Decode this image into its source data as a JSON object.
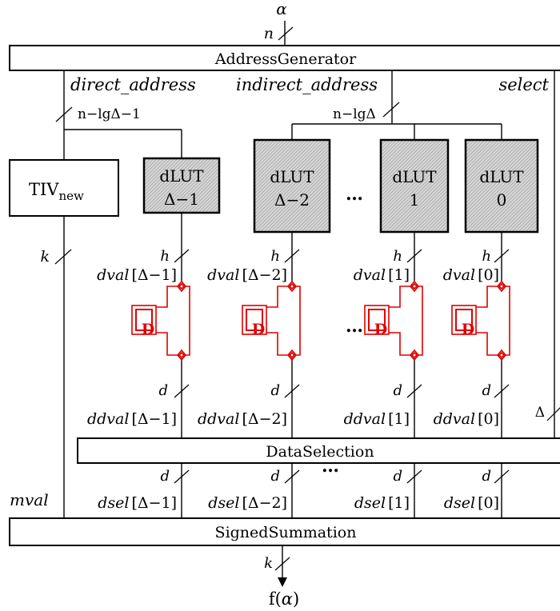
{
  "input": {
    "alpha": "α",
    "n": "n"
  },
  "address_generator": {
    "label": "AddressGenerator"
  },
  "buses": {
    "direct_address": "direct_address",
    "indirect_address": "indirect_address",
    "select": "select",
    "width_direct": "n−lgΔ−1",
    "width_indirect": "n−lgΔ"
  },
  "tiv": {
    "label": "TIV",
    "subscript": "new",
    "width": "k"
  },
  "luts": [
    {
      "line1": "dLUT",
      "line2": "Δ−1",
      "h": "h",
      "dval_name": "dval",
      "dval_idx": "[Δ−1]",
      "d": "d",
      "ddval_name": "ddval",
      "ddval_idx": "[Δ−1]",
      "dsel_name": "dsel",
      "dsel_idx": "[Δ−1]"
    },
    {
      "line1": "dLUT",
      "line2": "Δ−2",
      "h": "h",
      "dval_name": "dval",
      "dval_idx": "[Δ−2]",
      "d": "d",
      "ddval_name": "ddval",
      "ddval_idx": "[Δ−2]",
      "dsel_name": "dsel",
      "dsel_idx": "[Δ−2]"
    },
    {
      "line1": "dLUT",
      "line2": "1",
      "h": "h",
      "dval_name": "dval",
      "dval_idx": "[1]",
      "d": "d",
      "ddval_name": "ddval",
      "ddval_idx": "[1]",
      "dsel_name": "dsel",
      "dsel_idx": "[1]"
    },
    {
      "line1": "dLUT",
      "line2": "0",
      "h": "h",
      "dval_name": "dval",
      "dval_idx": "[0]",
      "d": "d",
      "ddval_name": "ddval",
      "ddval_idx": "[0]",
      "dsel_name": "dsel",
      "dsel_idx": "[0]"
    }
  ],
  "ellipsis": "…",
  "dff_label": "D",
  "select_width": "Δ",
  "data_selection": {
    "label": "DataSelection"
  },
  "mval": "mval",
  "signed_summation": {
    "label": "SignedSummation"
  },
  "output": {
    "width": "k",
    "f": "f(",
    "alpha": "α",
    "close": ")"
  }
}
